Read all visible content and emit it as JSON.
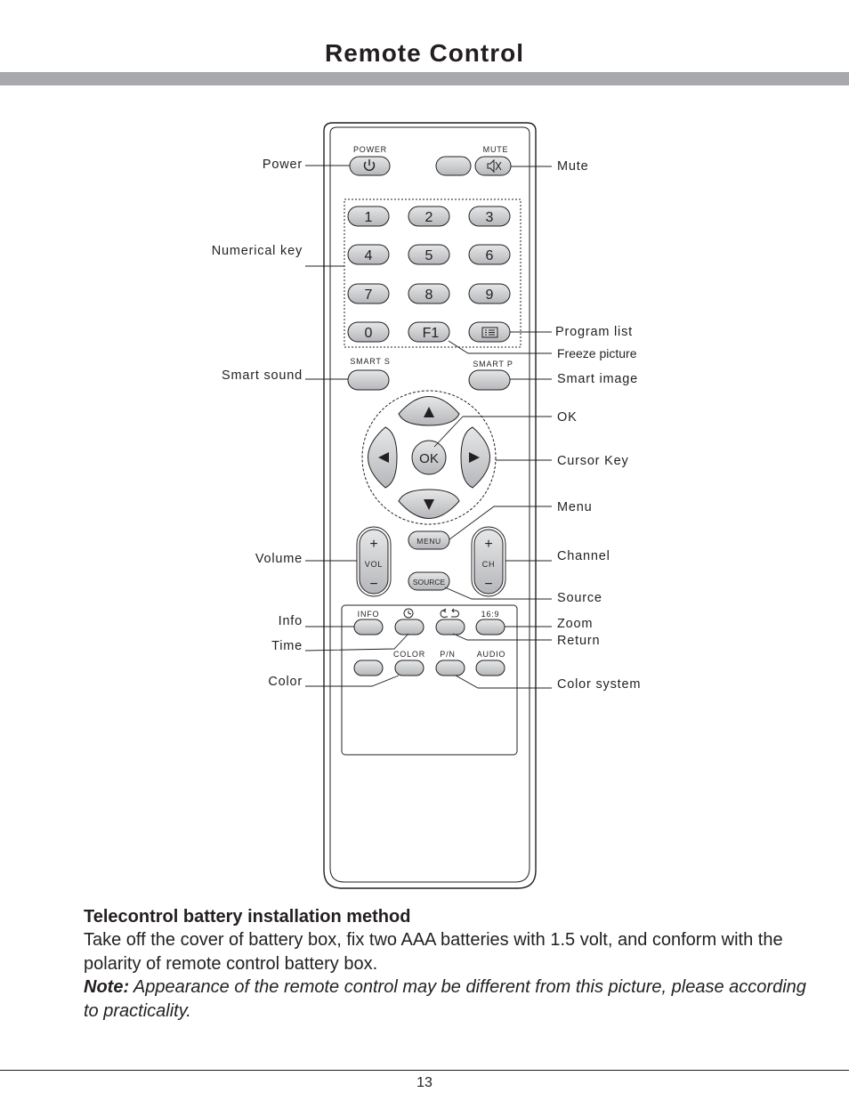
{
  "page": {
    "title": "Remote Control",
    "page_number": "13"
  },
  "remote": {
    "power_label": "POWER",
    "mute_label": "MUTE",
    "digits": [
      "1",
      "2",
      "3",
      "4",
      "5",
      "6",
      "7",
      "8",
      "9",
      "0"
    ],
    "f1": "F1",
    "smart_s": "SMART  S",
    "smart_p": "SMART  P",
    "ok": "OK",
    "menu": "MENU",
    "source": "SOURCE",
    "vol": "VOL",
    "ch": "CH",
    "plus": "+",
    "minus": "−",
    "info": "INFO",
    "aspect": "16:9",
    "color": "COLOR",
    "pn": "P/N",
    "audio": "AUDIO"
  },
  "callouts": {
    "left": {
      "power": "Power",
      "numerical_key": "Numerical key",
      "smart_sound": "Smart sound",
      "volume": "Volume",
      "info": "Info",
      "time": "Time",
      "color": "Color"
    },
    "right": {
      "mute": "Mute",
      "program_list": "Program list",
      "freeze_picture": "Freeze picture",
      "smart_image": "Smart  image",
      "ok": "OK",
      "cursor_key": "Cursor  Key",
      "menu": "Menu",
      "channel": "Channel",
      "source": "Source",
      "zoom": "Zoom",
      "return": "Return",
      "color_system": "Color system"
    }
  },
  "battery": {
    "heading": "Telecontrol battery installation method",
    "body": "Take off the cover of battery box, fix two AAA batteries with 1.5 volt, and conform with the polarity of remote control battery box.",
    "note_label": "Note:",
    "note_text": " Appearance of the remote control may be different from this picture, please according to practicality."
  },
  "colors": {
    "button_fill": "#c8c9cb",
    "rule_gray": "#a7a9ac",
    "ink": "#231f20"
  },
  "icons": [
    "power-icon",
    "mute-icon",
    "list-icon",
    "clock-icon",
    "return-icon",
    "arrow-up-icon",
    "arrow-down-icon",
    "arrow-left-icon",
    "arrow-right-icon"
  ]
}
